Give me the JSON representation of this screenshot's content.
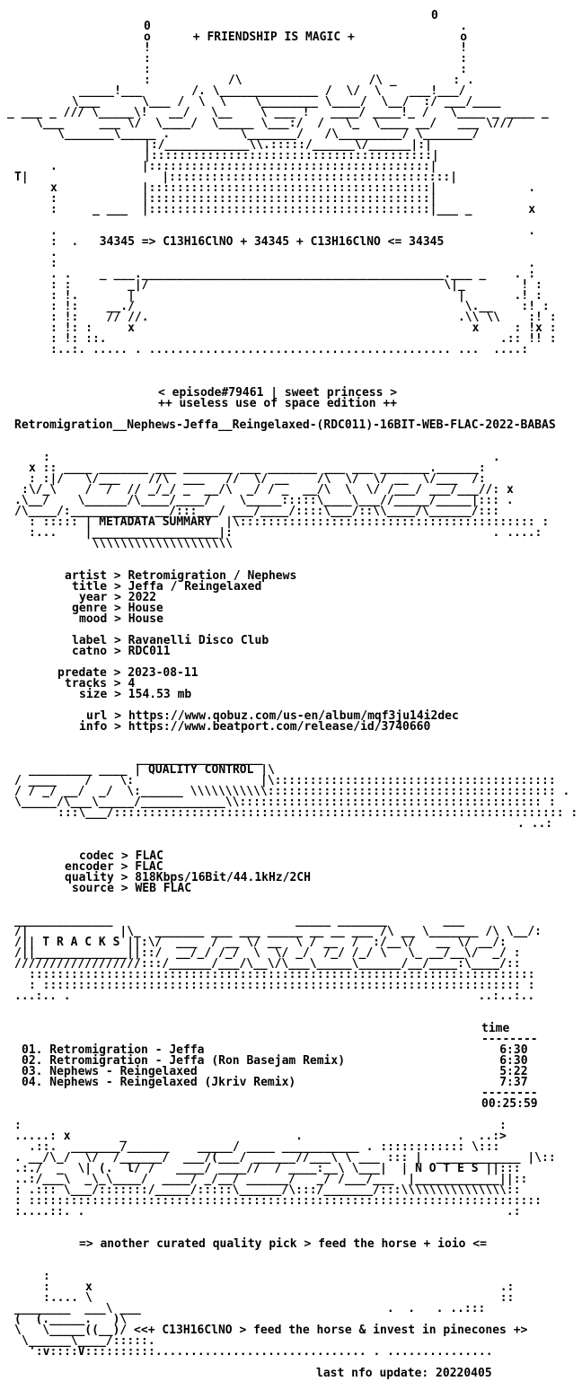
{
  "document": {
    "lines": [
      {
        "row": 1,
        "col": 60,
        "text": "0"
      },
      {
        "row": 2,
        "col": 20,
        "text": "0                                            ."
      },
      {
        "row": 3,
        "col": 20,
        "text": "o      + FRIENDSHIP IS MAGIC +               o"
      },
      {
        "row": 4,
        "col": 20,
        "text": "!                                            !"
      },
      {
        "row": 5,
        "col": 20,
        "text": ":                                            :"
      },
      {
        "row": 6,
        "col": 20,
        "text": ":                                            :"
      },
      {
        "row": 7,
        "col": 20,
        "text": ":           /\\                  /\\ _        : ."
      },
      {
        "row": 8,
        "col": 11,
        "text": "_____!___       /. \\______________ /  \\/  \\    ___!___/"
      },
      {
        "row": 9,
        "col": 10,
        "text": "\\___      \\___ /  \\  \\    \\________ \\____/  \\__/  :/ ___/____"
      },
      {
        "row": 10,
        "col": 1,
        "text": "_ ___ _ /// \\_____\\!   __/   \\__    \\ ___ !   ____/ ____!_ /   \\____ _ ____ _"
      },
      {
        "row": 11,
        "col": 5,
        "text": "\\___     ___ \\/  \\____/  \\_____ \\___:/  /   \\_  \\____ __/   ___ \\///"
      },
      {
        "row": 12,
        "col": 8,
        "text": "\\_______\\_____ .          \\_______/   /\\_________/ \\_______/"
      },
      {
        "row": 13,
        "col": 20,
        "text": "|:/____________\\\\.:::::/______\\/______|:|"
      },
      {
        "row": 14,
        "col": 20,
        "text": "|::::::::::::::::::::::::::::::::::::::::|"
      },
      {
        "row": 15,
        "col": 7,
        "text": ".            |::::::::::::::::::::::::::::::::::::::::|"
      },
      {
        "row": 16,
        "col": 2,
        "text": "T|                   |::::::::::::::::::::::::::::::::::::::::|"
      },
      {
        "row": 17,
        "col": 7,
        "text": "x            |::::::::::::::::::::::::::::::::::::::::|             ."
      },
      {
        "row": 18,
        "col": 7,
        "text": ":            |::::::::::::::::::::::::::::::::::::::::|"
      },
      {
        "row": 19,
        "col": 7,
        "text": ":     _ ___  |::::::::::::::::::::::::::::::::::::::::|___ _        x"
      },
      {
        "row": 21,
        "col": 7,
        "text": ".                                                                   ."
      },
      {
        "row": 22,
        "col": 7,
        "text": ":  .   34345 => C13H16ClNO + 34345 + C13H16ClNO <= 34345"
      },
      {
        "row": 23,
        "col": 7,
        "text": "."
      },
      {
        "row": 24,
        "col": 7,
        "text": ":                                                                   ."
      },
      {
        "row": 25,
        "col": 7,
        "text": ". .    _ ___.___________________________________________.___ _    . :"
      },
      {
        "row": 26,
        "col": 7,
        "text": ": :        _|/                                          \\|_        ! :"
      },
      {
        "row": 27,
        "col": 7,
        "text": ": !.       |                                              |       .! :"
      },
      {
        "row": 28,
        "col": 7,
        "text": ": !:    __./                                               \\.__    :! :"
      },
      {
        "row": 29,
        "col": 7,
        "text": ": !:    // //.                                            .\\\\ \\\\    :! :"
      },
      {
        "row": 30,
        "col": 7,
        "text": ": !: :     x                                                x     : !x :"
      },
      {
        "row": 31,
        "col": 7,
        "text": ": !: ::.                                                        .:: !! :"
      },
      {
        "row": 32,
        "col": 7,
        "text": ":..:. ..... . ........................................... ...  ....:"
      },
      {
        "row": 36,
        "col": 22,
        "text": "< episode#79461 | sweet princess >"
      },
      {
        "row": 37,
        "col": 22,
        "text": "++ useless use of space edition ++"
      },
      {
        "row": 39,
        "col": 2,
        "text": "Retromigration__Nephews-Jeffa__Reingelaxed-(RDC011)-16BIT-WEB-FLAC-2022-BABAS"
      },
      {
        "row": 42,
        "col": 6,
        "text": ":                                                               ."
      },
      {
        "row": 43,
        "col": 4,
        "text": "x :: ____ _______ ___ _______ ___ _______ ___ ___ _______.______:"
      },
      {
        "row": 44,
        "col": 4,
        "text": ": :|/   \\/___    //\\  ___   //  \\/ __    /\\  \\/  \\/ __  \\/___  /:"
      },
      {
        "row": 45,
        "col": 3,
        "text": ":\\/_\\    /  /  // _/_/ _  __/\\  _/ / _  __/\\  \\  \\/ /___/ ___/___//: x"
      },
      {
        "row": 46,
        "col": 2,
        "text": ".\\__/    \\______/\\____/____/    \\_____:::::\\____\\___//_____/_____|::: ."
      },
      {
        "row": 47,
        "col": 2,
        "text": "/\\____/:___________ __/:::___/ ___/____/::::\\___/::\\\\____/\\______/:::"
      },
      {
        "row": 48,
        "col": 4,
        "text": ": ::::: | METADATA SUMMARY  |\\:::::::::::::::::::::::::::::::::::::::::: :"
      },
      {
        "row": 49,
        "col": 4,
        "text": ":...    |__________________|:                                     . ....:"
      },
      {
        "row": 50,
        "col": 4,
        "text": "         \\\\\\\\\\\\\\\\\\\\\\\\\\\\\\\\\\\\\\\\"
      },
      {
        "row": 53,
        "col": 9,
        "text": "artist > Retromigration / Nephews"
      },
      {
        "row": 54,
        "col": 10,
        "text": "title > Jeffa / Reingelaxed"
      },
      {
        "row": 55,
        "col": 11,
        "text": "year > 2022"
      },
      {
        "row": 56,
        "col": 10,
        "text": "genre > House"
      },
      {
        "row": 57,
        "col": 11,
        "text": "mood > House"
      },
      {
        "row": 59,
        "col": 10,
        "text": "label > Ravanelli Disco Club"
      },
      {
        "row": 60,
        "col": 10,
        "text": "catno > RDC011"
      },
      {
        "row": 62,
        "col": 8,
        "text": "predate > 2023-08-11"
      },
      {
        "row": 63,
        "col": 9,
        "text": "tracks > 4"
      },
      {
        "row": 64,
        "col": 11,
        "text": "size > 154.53 mb"
      },
      {
        "row": 66,
        "col": 12,
        "text": "url > https://www.qobuz.com/us-en/album/mqf3ju14i2dec"
      },
      {
        "row": 67,
        "col": 11,
        "text": "info > https://www.beatport.com/release/id/3740660"
      },
      {
        "row": 70,
        "col": 19,
        "text": "__________________"
      },
      {
        "row": 71,
        "col": 4,
        "text": "_________ ____ | QUALITY CONTROL |\\"
      },
      {
        "row": 72,
        "col": 2,
        "text": "/ ____    /    \\:                  |\\::::::::::::::::::::::::::::::::::::::::"
      },
      {
        "row": 73,
        "col": 2,
        "text": "/ / _/ __/  _/  \\:______ \\\\\\\\\\\\\\\\\\\\\\::::::::::::::::::::::::::::::::::::::::: ."
      },
      {
        "row": 74,
        "col": 2,
        "text": "\\_____/\\___\\_____/____________\\\\::::::::::::::::::::::::::::::::::::::::::: :"
      },
      {
        "row": 75,
        "col": 8,
        "text": ":::\\___/:::::::::::::::::::::::::::::::::::::::::::::::::::::::::::::::: :"
      },
      {
        "row": 76,
        "col": 72,
        "text": ". ..:"
      },
      {
        "row": 79,
        "col": 11,
        "text": "codec > FLAC"
      },
      {
        "row": 80,
        "col": 9,
        "text": "encoder > FLAC"
      },
      {
        "row": 81,
        "col": 9,
        "text": "quality > 818Kbps/16Bit/44.1kHz/2CH"
      },
      {
        "row": 82,
        "col": 10,
        "text": "source > WEB FLAC"
      },
      {
        "row": 85,
        "col": 2,
        "text": "______________                          _____ _______        ___"
      },
      {
        "row": 86,
        "col": 2,
        "text": "/|             |\\_  _______ ___ ___ _____ __ __ ___ /\\ __ \\_______ /\\ \\__/:"
      },
      {
        "row": 87,
        "col": 2,
        "text": "/|| T R A C K S ||:\\/  ___  / __ \\/ __  \\ / __  /  :/__\\/   __ \\/ __/:"
      },
      {
        "row": 88,
        "col": 2,
        "text": "/||_____________||::/  __/_/ /_/  \\  \\/ _/  /_/ /_/ \\   \\_ __/__\\/  _/ :"
      },
      {
        "row": 89,
        "col": 2,
        "text": "//////////////////:::/______/___/\\__\\/\\___\\_____\\______/__/____:\\____/::"
      },
      {
        "row": 90,
        "col": 4,
        "text": "::::::::::::::::::::::::::::::::::::::::::::::::::::::::::::::::::::::::"
      },
      {
        "row": 91,
        "col": 4,
        "text": ": :::::::::::::::::::::::::::::::::::::::::::::::::::::::::::::::::::: :"
      },
      {
        "row": 92,
        "col": 2,
        "text": "...:.. .                                                          ..:..:.."
      },
      {
        "row": 95,
        "col": 67,
        "text": "time"
      },
      {
        "row": 96,
        "col": 67,
        "text": "--------"
      },
      {
        "row": 97,
        "col": 3,
        "text": "01. Retromigration - Jeffa                                          6:30"
      },
      {
        "row": 98,
        "col": 3,
        "text": "02. Retromigration - Jeffa (Ron Basejam Remix)                      6:30"
      },
      {
        "row": 99,
        "col": 3,
        "text": "03. Nephews - Reingelaxed                                           5:22"
      },
      {
        "row": 100,
        "col": 3,
        "text": "04. Nephews - Reingelaxed (Jkriv Remix)                             7:37"
      },
      {
        "row": 101,
        "col": 67,
        "text": "--------"
      },
      {
        "row": 102,
        "col": 67,
        "text": "00:25:59"
      },
      {
        "row": 104,
        "col": 2,
        "text": ":                                                                    :"
      },
      {
        "row": 105,
        "col": 2,
        "text": ".....: x       _                        .                      .  ..:>"
      },
      {
        "row": 106,
        "col": 4,
        "text": ".::.  _______/______    _____/ ____ ___________ . :::::::::::: \\:::"
      },
      {
        "row": 107,
        "col": 2,
        "text": ". __/\\_/  \\/  /______/  ___/(___/ ______//___\\ \\ ___ ::: |  ____________ |\\::"
      },
      {
        "row": 108,
        "col": 2,
        "text": ".:./  _  \\| (.  l/ /   ____/ ____//  / ____:__\\ \\___|  | N O T E S ||:::"
      },
      {
        "row": 109,
        "col": 2,
        "text": "..:/___\\  _\\_\\____/  ____/ _/__/ ______/   _/ /___/___  |____________||::"
      },
      {
        "row": 110,
        "col": 2,
        "text": ": .::: \\___/:::::::/_____/:::::\\______/\\:::/_______/:::\\\\\\\\\\\\\\\\\\\\\\\\\\\\\\::"
      },
      {
        "row": 111,
        "col": 2,
        "text": ": :::::::::::::::::::::::::::::::::::::::::::::::::::::::::::::::::::::::::"
      },
      {
        "row": 112,
        "col": 2,
        "text": ":....::. .                                                            .:"
      },
      {
        "row": 115,
        "col": 11,
        "text": "=> another curated quality pick > feed the horse + ioio <="
      },
      {
        "row": 118,
        "col": 6,
        "text": ":"
      },
      {
        "row": 119,
        "col": 6,
        "text": ":     x                                                          .:"
      },
      {
        "row": 120,
        "col": 6,
        "text": ":.... \\                                                          ::"
      },
      {
        "row": 121,
        "col": 2,
        "text": "________  ___\\ ___                                   .  .   . ..:::"
      },
      {
        "row": 122,
        "col": 2,
        "text": "(  (._____.   )\\"
      },
      {
        "row": 123,
        "col": 2,
        "text": "\\   \\_____((__)/ <<+ C13H16ClNO > feed the horse & invest in pinecones +>"
      },
      {
        "row": 124,
        "col": 3,
        "text": "\\______\\____/:::::."
      },
      {
        "row": 125,
        "col": 4,
        "text": "':v::::V::::::::::.............................. . ..............."
      },
      {
        "row": 127,
        "col": 44,
        "text": "last nfo update: 20220405"
      }
    ]
  }
}
